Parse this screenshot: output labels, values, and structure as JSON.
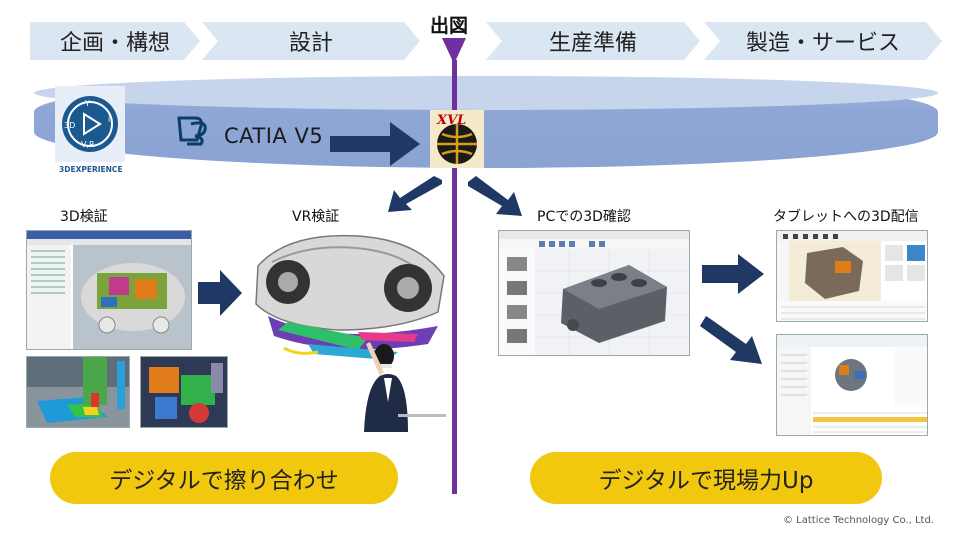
{
  "process": {
    "steps": [
      "企画・構想",
      "設計",
      "生産準備",
      "製造・サービス"
    ],
    "milestone": "出図"
  },
  "platform": {
    "logo_text": "3DEXPERIENCE",
    "logo_sub": "V,R",
    "catia_label": "CATIA V5",
    "xvl_label": "XVL"
  },
  "left": {
    "label_3d": "3D検証",
    "label_vr": "VR検証",
    "pill": "デジタルで擦り合わせ"
  },
  "right": {
    "label_pc": "PCでの3D確認",
    "label_tablet": "タブレットへの3D配信",
    "pill": "デジタルで現場力Up"
  },
  "footer": {
    "copyright": "© Lattice Technology Co., Ltd."
  },
  "colors": {
    "chevron": "#dbe6f3",
    "band": "#8ea7d6",
    "arrow": "#1f3864",
    "milestone_line": "#7030a0",
    "pill": "#f2c80f"
  }
}
